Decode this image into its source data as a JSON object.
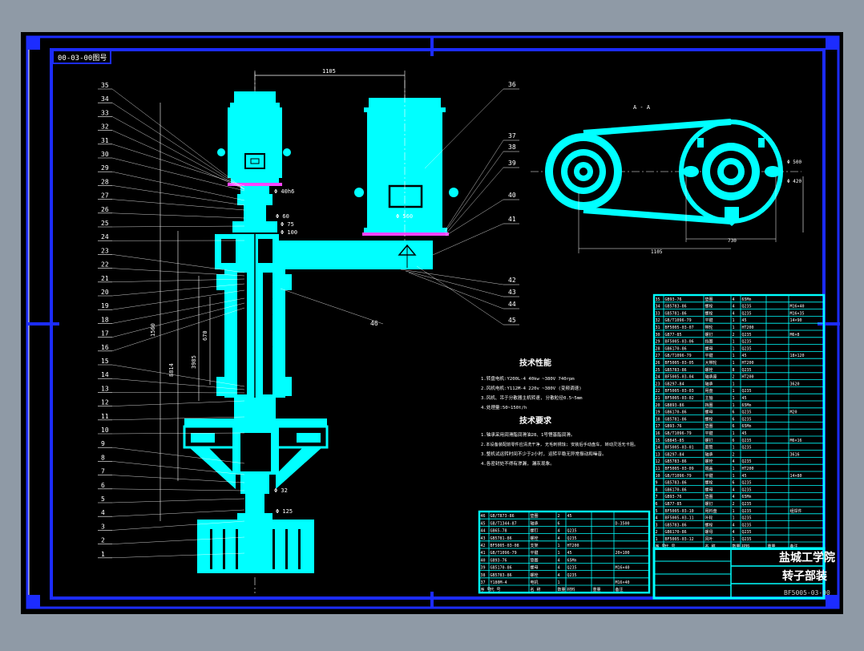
{
  "drawing": {
    "corner_code": "00-03-00图号",
    "title_block": {
      "school": "盐城工学院",
      "name": "转子部装",
      "drawing_no": "BF5005-03-00"
    },
    "section_label": "A - A",
    "tech_params": {
      "heading": "技术性能",
      "lines": [
        "1.转盘电机:Y200L-4  40kw  ~380V  740rpm",
        "2.风机电机:Y112M-4  220v  ~380V  (变频调速)",
        "3.风机、吊于分散器主机转速, 分散粒径0.5~5mm",
        "4.处理量:50~150t/h"
      ]
    },
    "tech_reqs": {
      "heading": "技术要求",
      "lines": [
        "1.轴承采用润滑脂润滑油28、1号锂基脂润滑。",
        "2.本设备装配前零件应清洗干净, 无毛刺锈蚀; 安装后手动盘车, 转动灵活无卡阻。",
        "3.整机试运转时间不少于2小时, 运转平稳无异常振动和噪音。",
        "4.各密封处不得有渗漏, 漏灰现象。"
      ]
    },
    "dimensions": {
      "top_span": "1105",
      "plan_span": "1105",
      "plan_span2": "730",
      "motor_base": "Φ 560",
      "dia_500": "Φ 500",
      "dia_420": "Φ 420",
      "shaft_len": "1560",
      "total_h": "8814",
      "h2": "3985",
      "h3": "670",
      "d1": "Φ 40h6",
      "d2": "Φ 60",
      "d3": "Φ 75",
      "d4": "Φ 100",
      "d5": "Φ 32",
      "d6": "Φ 125"
    },
    "left_callouts": [
      "35",
      "34",
      "33",
      "32",
      "31",
      "30",
      "29",
      "28",
      "27",
      "26",
      "25",
      "24",
      "23",
      "22",
      "21",
      "20",
      "19",
      "18",
      "17",
      "16",
      "15",
      "14",
      "13",
      "12",
      "11",
      "10",
      "9",
      "8",
      "7",
      "6",
      "5",
      "4",
      "3",
      "2",
      "1"
    ],
    "right_callouts": [
      "36",
      "37",
      "38",
      "39",
      "40",
      "41",
      "42",
      "43",
      "44",
      "45"
    ],
    "callout_46": "46",
    "bom_header": [
      "序 号",
      "代 号",
      "名 称",
      "数量",
      "材料",
      "重量",
      "备注"
    ],
    "bom_lower": [
      [
        "46",
        "GB/T873-86",
        "垫圈",
        "2",
        "45",
        ""
      ],
      [
        "45",
        "GB/T1344-87",
        "轴承",
        "6",
        "",
        "D-3500"
      ],
      [
        "44",
        "GB65-78",
        "螺钉",
        "4",
        "Q235",
        ""
      ],
      [
        "43",
        "GB5781-86",
        "螺栓",
        "4",
        "Q235",
        ""
      ],
      [
        "42",
        "BF5005-03-08",
        "支架",
        "1",
        "HT200",
        ""
      ],
      [
        "41",
        "GB/T1096-79",
        "平键",
        "1",
        "45",
        "20×100"
      ],
      [
        "40",
        "GB93-76",
        "垫圈",
        "4",
        "65Mn",
        ""
      ],
      [
        "39",
        "GB5170-86",
        "螺母",
        "4",
        "Q235",
        "M16×40"
      ],
      [
        "38",
        "GB5783-86",
        "螺栓",
        "4",
        "Q235",
        ""
      ],
      [
        "37",
        "Y180M-4",
        "电机",
        "1",
        "",
        "M16×40"
      ]
    ],
    "bom_upper": [
      [
        "35",
        "GB93-76",
        "垫圈",
        "4",
        "65Mn",
        ""
      ],
      [
        "34",
        "GB5783-86",
        "螺栓",
        "4",
        "Q235",
        "M16×40"
      ],
      [
        "33",
        "GB5781-86",
        "螺栓",
        "4",
        "Q235",
        "M16×35"
      ],
      [
        "32",
        "GB/T1096-79",
        "平键",
        "1",
        "45",
        "14×90"
      ],
      [
        "31",
        "BF5005-03-07",
        "带轮",
        "1",
        "HT200",
        ""
      ],
      [
        "30",
        "GB77-85",
        "螺钉",
        "2",
        "Q235",
        "M6×8"
      ],
      [
        "29",
        "BF5005-03-06",
        "挡圈",
        "1",
        "Q235",
        ""
      ],
      [
        "28",
        "GB6170-86",
        "螺母",
        "1",
        "Q235",
        ""
      ],
      [
        "27",
        "GB/T1096-79",
        "平键",
        "1",
        "45",
        "18×120"
      ],
      [
        "26",
        "BF5005-03-05",
        "大带轮",
        "1",
        "HT200",
        ""
      ],
      [
        "25",
        "GB5783-86",
        "螺栓",
        "8",
        "Q235",
        ""
      ],
      [
        "24",
        "BF5005-03-04",
        "轴承座",
        "2",
        "HT200",
        ""
      ],
      [
        "23",
        "GB297-84",
        "轴承",
        "1",
        "",
        "3620"
      ],
      [
        "22",
        "BF5005-03-03",
        "甩盘",
        "1",
        "Q235",
        ""
      ],
      [
        "21",
        "BF5005-03-02",
        "主轴",
        "1",
        "45",
        ""
      ],
      [
        "20",
        "GB893-86",
        "挡圈",
        "1",
        "65Mn",
        ""
      ],
      [
        "19",
        "GB6170-86",
        "螺母",
        "6",
        "Q235",
        "M20"
      ],
      [
        "18",
        "GB5781-86",
        "螺栓",
        "6",
        "Q235",
        ""
      ],
      [
        "17",
        "GB93-76",
        "垫圈",
        "6",
        "65Mn",
        ""
      ],
      [
        "16",
        "GB/T1096-79",
        "平键",
        "1",
        "45",
        ""
      ],
      [
        "15",
        "GB845-85",
        "螺钉",
        "6",
        "Q235",
        "M6×16"
      ],
      [
        "14",
        "BF5005-03-01",
        "套筒",
        "1",
        "Q235",
        ""
      ],
      [
        "13",
        "GB297-84",
        "轴承",
        "2",
        "",
        "3616"
      ],
      [
        "12",
        "GB5783-86",
        "螺栓",
        "4",
        "Q235",
        ""
      ],
      [
        "11",
        "BF5005-03-09",
        "端盖",
        "1",
        "HT200",
        ""
      ],
      [
        "10",
        "GB/T1096-79",
        "平键",
        "1",
        "45",
        "14×80"
      ],
      [
        "9",
        "GB5783-86",
        "螺栓",
        "6",
        "Q235",
        ""
      ],
      [
        "8",
        "GB6170-86",
        "螺母",
        "4",
        "Q235",
        ""
      ],
      [
        "7",
        "GB93-76",
        "垫圈",
        "4",
        "65Mn",
        ""
      ],
      [
        "6",
        "GB77-85",
        "螺钉",
        "2",
        "Q235",
        ""
      ],
      [
        "5",
        "BF5005-03-10",
        "甩料盘",
        "1",
        "Q235",
        "组焊件"
      ],
      [
        "4",
        "BF5005-03-11",
        "叶轮",
        "1",
        "Q235",
        ""
      ],
      [
        "3",
        "GB5783-86",
        "螺栓",
        "4",
        "Q235",
        ""
      ],
      [
        "2",
        "GB6170-86",
        "螺母",
        "4",
        "Q235",
        ""
      ],
      [
        "1",
        "BF5005-03-12",
        "风叶",
        "1",
        "Q235",
        ""
      ]
    ]
  },
  "colors": {
    "paper": "#000000",
    "frame": "#1c2cff",
    "part": "#00ffff",
    "line": "#ffffff",
    "bg": "#8f9aa6"
  }
}
